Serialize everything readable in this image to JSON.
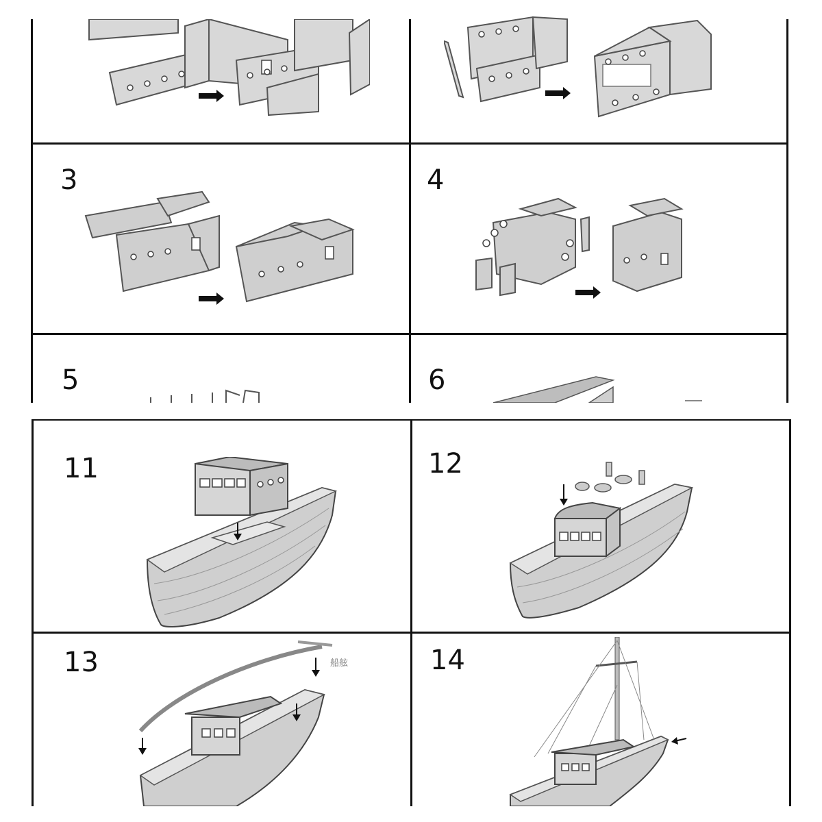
{
  "top_sheet": {
    "steps": [
      {
        "number": "",
        "icon": "cabin-walls-assembly-illustration"
      },
      {
        "number": "",
        "icon": "cabin-box-assembly-illustration"
      },
      {
        "number": "3",
        "icon": "cabin-roof-assembly-illustration"
      },
      {
        "number": "4",
        "icon": "cabin-portholes-doors-illustration"
      },
      {
        "number": "5",
        "icon": "frames-illustration"
      },
      {
        "number": "6",
        "icon": "deck-illustration"
      }
    ]
  },
  "bottom_sheet": {
    "steps": [
      {
        "number": "11",
        "icon": "hull-with-cabin-illustration"
      },
      {
        "number": "12",
        "icon": "deck-fittings-illustration"
      },
      {
        "number": "13",
        "icon": "rails-illustration",
        "note": "船舷"
      },
      {
        "number": "14",
        "icon": "mast-rigging-illustration"
      }
    ]
  }
}
